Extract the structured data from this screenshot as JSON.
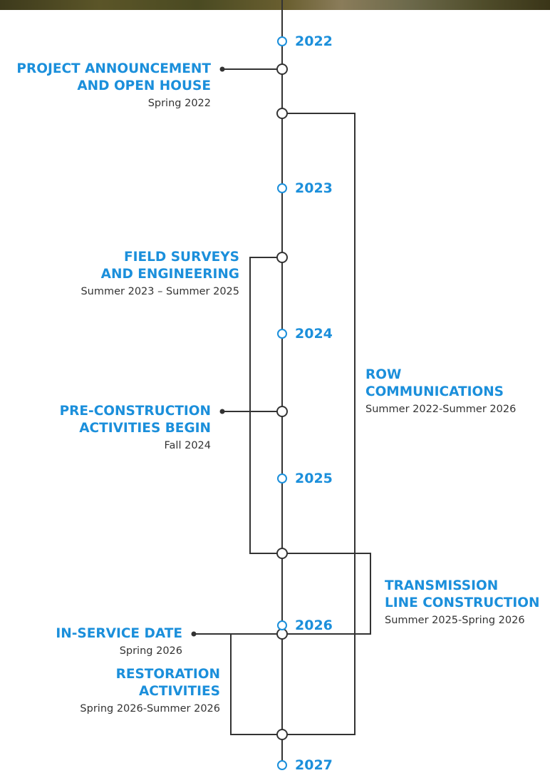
{
  "colors": {
    "accent": "#1b8fdb",
    "line": "#333333",
    "text": "#333333"
  },
  "years": [
    "2022",
    "2023",
    "2024",
    "2025",
    "2026",
    "2027"
  ],
  "events": {
    "project_announcement": {
      "title": [
        "PROJECT ANNOUNCEMENT",
        "AND OPEN HOUSE"
      ],
      "date": "Spring 2022"
    },
    "field_surveys": {
      "title": [
        "FIELD SURVEYS",
        "AND ENGINEERING"
      ],
      "date": "Summer 2023 – Summer 2025"
    },
    "pre_construction": {
      "title": [
        "PRE-CONSTRUCTION",
        "ACTIVITIES BEGIN"
      ],
      "date": "Fall 2024"
    },
    "in_service": {
      "title": [
        "IN-SERVICE DATE"
      ],
      "date": "Spring 2026"
    },
    "restoration": {
      "title": [
        "RESTORATION",
        "ACTIVITIES"
      ],
      "date": "Spring 2026-Summer 2026"
    },
    "row_communications": {
      "title": [
        "ROW",
        "COMMUNICATIONS"
      ],
      "date": "Summer 2022-Summer 2026"
    },
    "transmission_line": {
      "title": [
        "TRANSMISSION",
        "LINE CONSTRUCTION"
      ],
      "date": "Summer 2025-Spring 2026"
    }
  }
}
